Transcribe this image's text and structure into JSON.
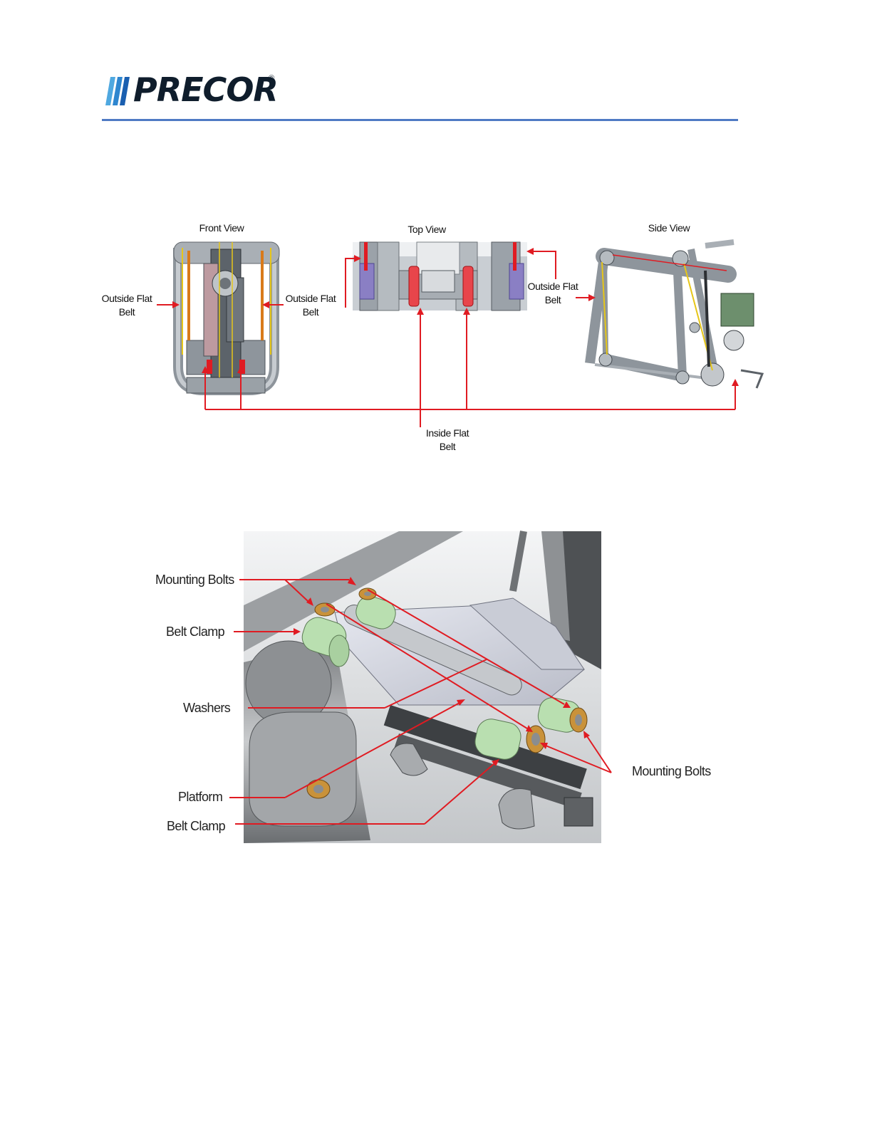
{
  "brand": {
    "logo_text": "PRECOR",
    "registered_mark": "®"
  },
  "figure1": {
    "views": {
      "front": "Front View",
      "top": "Top View",
      "side": "Side View"
    },
    "labels": {
      "outside_left": [
        "Outside Flat",
        "Belt"
      ],
      "outside_middle": [
        "Outside Flat",
        "Belt"
      ],
      "outside_right": [
        "Outside Flat",
        "Belt"
      ],
      "inside": [
        "Inside Flat",
        "Belt"
      ]
    }
  },
  "figure2": {
    "labels": {
      "mounting_bolts_top": "Mounting Bolts",
      "belt_clamp_top": "Belt Clamp",
      "washers": "Washers",
      "platform": "Platform",
      "belt_clamp_bottom": "Belt Clamp",
      "mounting_bolts_right": "Mounting Bolts"
    }
  },
  "colors": {
    "accent_rule": "#4f7ac4",
    "callout_red": "#e01b22",
    "belt_yellow": "#e6c619",
    "clamp_green": "#b9dfb0",
    "washer_bronze": "#c9923a"
  }
}
